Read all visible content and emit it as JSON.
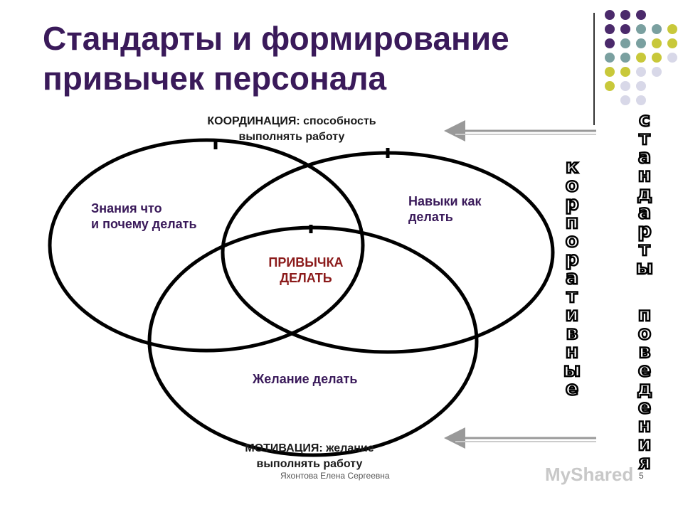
{
  "title": {
    "line1": "Стандарты и формирование",
    "line2": "привычек персонала"
  },
  "diagram": {
    "coordination": {
      "line1": "КООРДИНАЦИЯ: способность",
      "line2": "выполнять работу"
    },
    "motivation": {
      "line1": "МОТИВАЦИЯ: желание",
      "line2": "выполнять работу"
    },
    "knowledge": {
      "line1": "Знания что",
      "line2": "и почему делать"
    },
    "skills": {
      "line1": "Навыки как",
      "line2": "делать"
    },
    "habit": {
      "line1": "ПРИВЫЧКА",
      "line2": "ДЕЛАТЬ"
    },
    "desire": "Желание делать"
  },
  "side_text": {
    "corporate": "корпоративные",
    "standards_word1": "стандарты",
    "standards_word2": "поведения"
  },
  "footer": {
    "author": "Яхонтова Елена Сергеевна",
    "page": "5",
    "watermark": "MyShared"
  },
  "colors": {
    "title": "#3a1a5a",
    "habit_label": "#8b1a1a",
    "dot_purple": "#4b2a6b",
    "dot_teal": "#7aa0a0",
    "dot_olive": "#c8c83a",
    "dot_light": "#d8d8e8"
  }
}
